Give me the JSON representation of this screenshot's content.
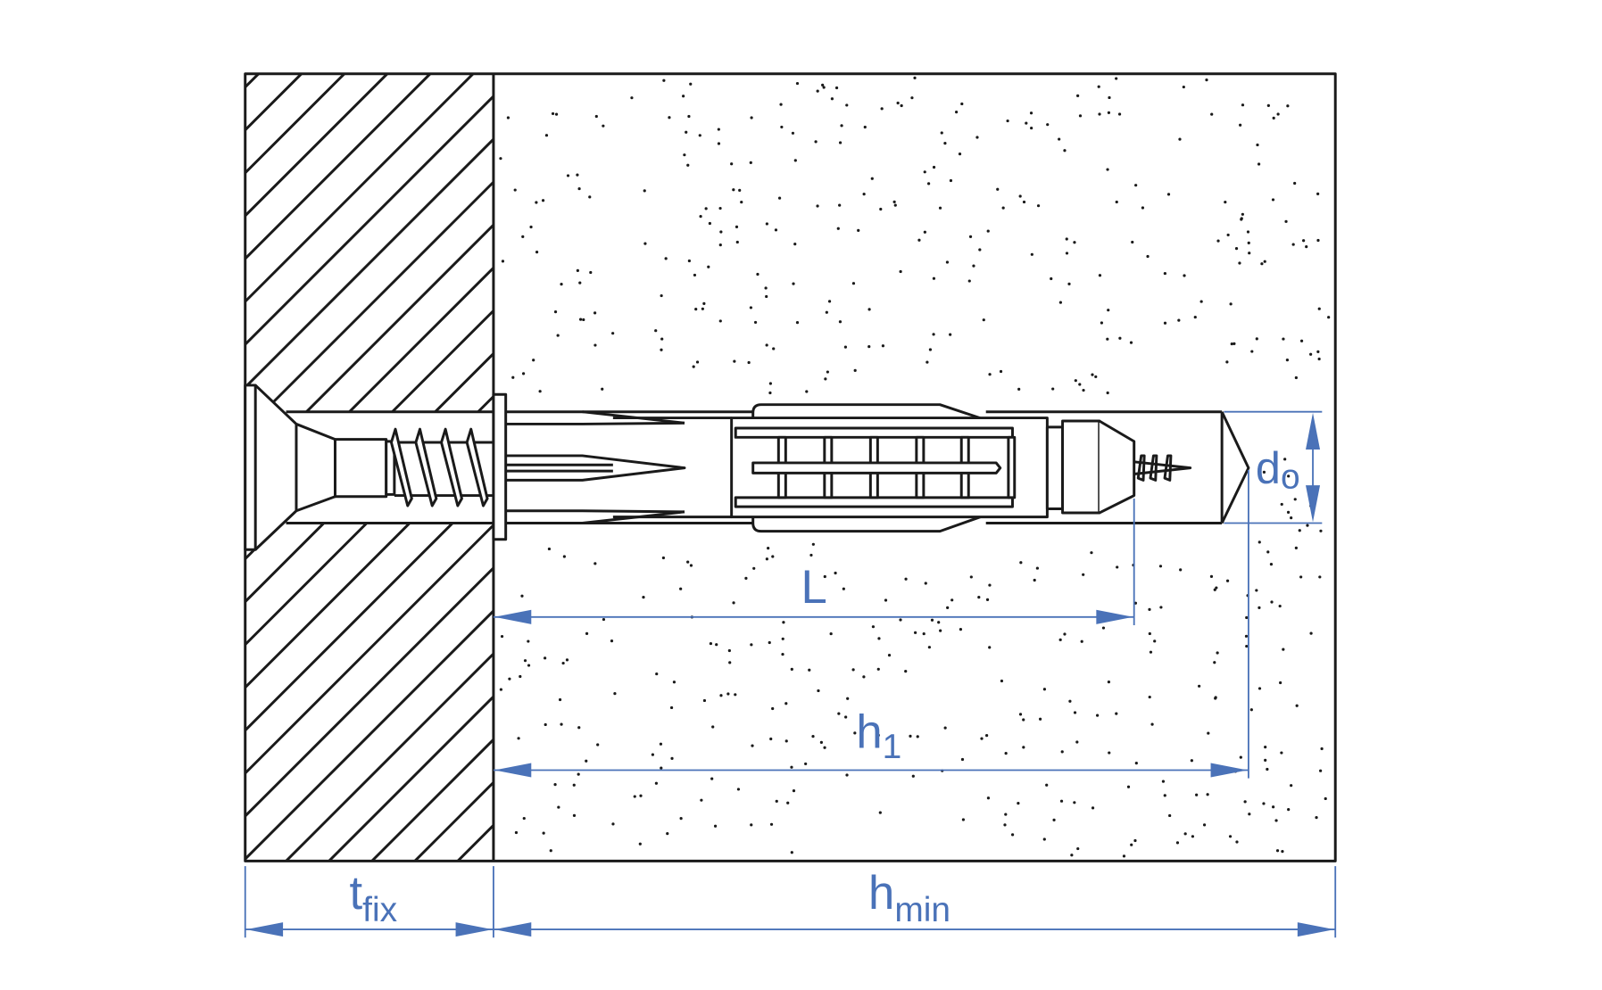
{
  "diagram": {
    "type": "anchor installation cross-section",
    "colors": {
      "line": "#1a1a1a",
      "dimension": "#4a72b8",
      "background": "#ffffff"
    },
    "dimensions": {
      "d0": {
        "main": "d",
        "sub": "o"
      },
      "L": {
        "main": "L",
        "sub": ""
      },
      "h1": {
        "main": "h",
        "sub": "1"
      },
      "tfix": {
        "main": "t",
        "sub": "fix"
      },
      "hmin": {
        "main": "h",
        "sub": "min"
      }
    }
  }
}
